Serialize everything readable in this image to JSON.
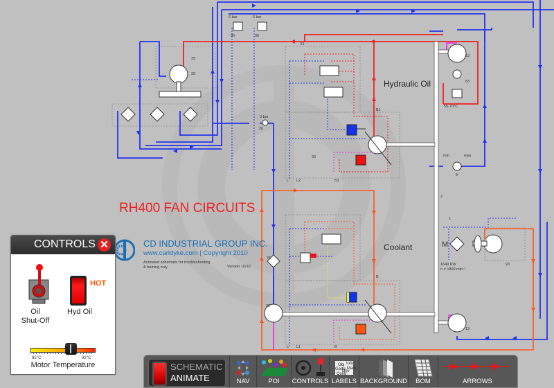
{
  "schematic": {
    "title": "RH400 FAN CIRCUITS",
    "sections": {
      "hydraulic_oil": "Hydraulic Oil",
      "coolant": "Coolant"
    },
    "component_labels": {
      "relief_left": "6 bar",
      "relief_right": "6 bar",
      "relief_left_id": "96",
      "relief_right_id": "96",
      "check_valve": "3 bar",
      "check_valve_id": "26",
      "valve_29": "29",
      "pump_28": "28",
      "block_30": "30",
      "x1": "X1",
      "b1_top": "B1",
      "b1_bottom": "B1",
      "l_top": "L",
      "l2": "L2",
      "l_bottom": "L",
      "l1": "L1",
      "b_coolant": "B",
      "b_bottom": "B",
      "pump_13_top": "13",
      "thermo_83": "83",
      "temp_range": "55-70°C",
      "gauge_min": "min",
      "gauge_max": "max",
      "gauge_id": "9",
      "shaft_2": "2",
      "motor_1": "1",
      "motor_m": "M",
      "motor_power": "1640 KW",
      "motor_speed": "n = 1800 min⁻¹",
      "block_93": "93",
      "pump_13_bottom": "13",
      "filter_76": "76",
      "pump_20": "20"
    },
    "colors": {
      "pressure_hydraulic": "#ee2222",
      "return_line": "#2222ee",
      "coolant": "#ff5522",
      "suction": "#ee22ee",
      "pilot": "#eeee22"
    }
  },
  "brand": {
    "company": "CD INDUSTRIAL GROUP INC.",
    "url_line": "www.carldyke.com | Copyright  2010",
    "description": "Animated schematic for troubleshooting & training only",
    "version": "Version 10/10"
  },
  "controls_panel": {
    "title": "CONTROLS",
    "close_icon": "close-icon",
    "oil_shutoff_label_1": "Oil",
    "oil_shutoff_label_2": "Shut-Off",
    "hyd_oil_label": "Hyd Oil",
    "hyd_oil_state": "HOT",
    "temp_label": "Motor Temperature",
    "temp_min": "85°C",
    "temp_max": "92°C",
    "temp_value_fraction": 0.62
  },
  "toolbar": {
    "mode_top": "SCHEMATIC",
    "mode_bottom": "ANIMATE",
    "items": [
      {
        "label": "NAV",
        "icon": "nav-arrows-icon"
      },
      {
        "label": "POI",
        "icon": "pins-icon"
      },
      {
        "label": "CONTROLS",
        "icon": "steering-joystick-icon"
      },
      {
        "label": "LABELS",
        "icon": "labels-icon"
      },
      {
        "label": "BACKGROUND",
        "icon": "background-layers-icon"
      },
      {
        "label": "BOM",
        "icon": "bom-sheet-icon"
      },
      {
        "label": "ARROWS",
        "icon": "flow-arrows-icon"
      }
    ],
    "labels_icon_words": [
      "Obj",
      "Info",
      "Gadg",
      "Main",
      "Dev",
      "Contr"
    ]
  }
}
